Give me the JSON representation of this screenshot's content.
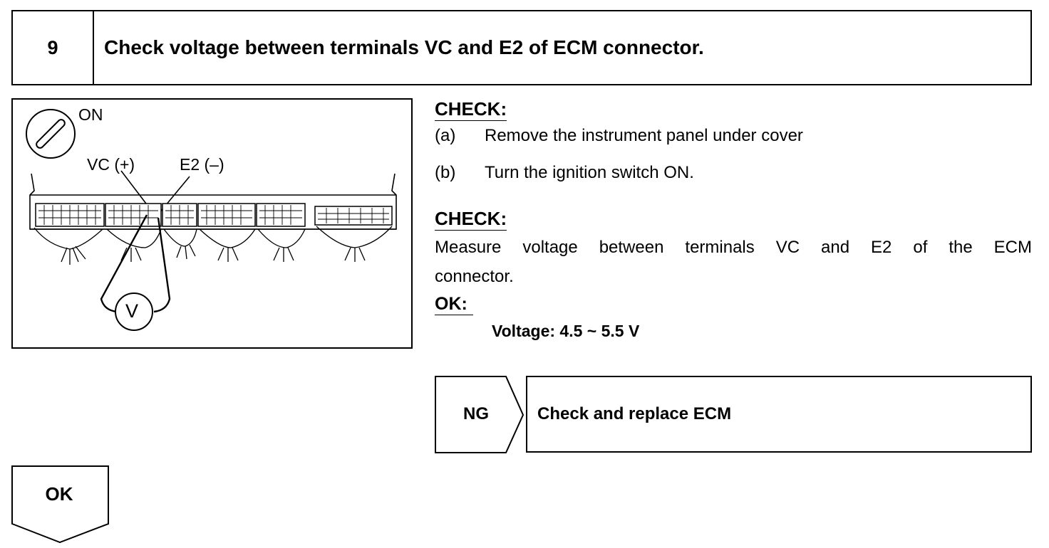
{
  "step": {
    "number": "9",
    "title": "Check voltage between terminals VC and E2 of ECM connector."
  },
  "illustration": {
    "switch_label": "ON",
    "vc_label": "VC (+)",
    "e2_label": "E2 (–)",
    "meter_label": "V",
    "icons": [
      "ignition-key-icon",
      "ecm-connector",
      "voltmeter-icon"
    ]
  },
  "check1": {
    "heading": "CHECK:",
    "items": [
      {
        "letter": "(a)",
        "text": "Remove the instrument panel under cover"
      },
      {
        "letter": "(b)",
        "text": "Turn the ignition switch ON."
      }
    ]
  },
  "check2": {
    "heading": "CHECK:",
    "text_line1": "Measure voltage between terminals VC and E2 of the ECM",
    "text_line2": "connector."
  },
  "ok_spec": {
    "heading": "OK:",
    "value": "Voltage: 4.5 ~ 5.5 V"
  },
  "ng_result": {
    "tag": "NG",
    "action": "Check and replace ECM"
  },
  "ok_result": {
    "tag": "OK"
  }
}
